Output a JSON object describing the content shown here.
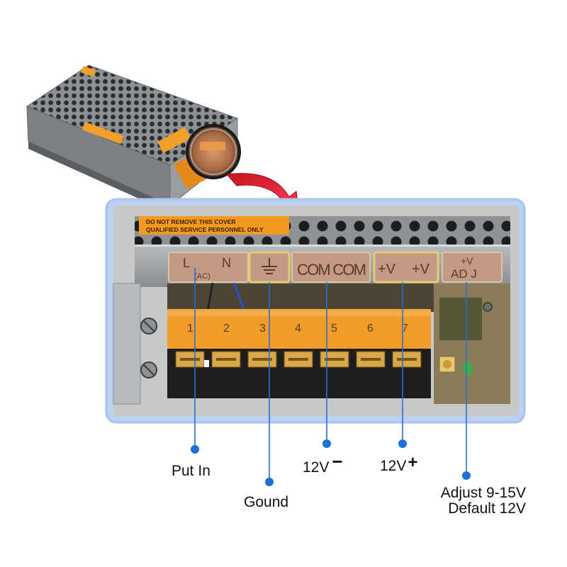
{
  "panel": {
    "warning_lines": [
      "DO NOT REMOVE THIS COVER",
      "QUALIFIED SERVICE PERSONNEL ONLY"
    ],
    "terminals": {
      "l": "L",
      "n": "N",
      "ac": "(AC)",
      "com_com": "COM COM",
      "v1": "+V",
      "v2": "+V",
      "adj_v": "+V",
      "adj": "AD J"
    },
    "numbers": [
      "1",
      "2",
      "3",
      "4",
      "5",
      "6",
      "7"
    ]
  },
  "callouts": {
    "put_in": "Put In",
    "ground": "Gound",
    "minus": "12V",
    "minus_sign": "−",
    "plus": "12V",
    "plus_sign": "+",
    "adjust": "Adjust 9-15V",
    "default": "Default 12V"
  },
  "colors": {
    "accent_blue": "#1e6fd8",
    "callout_line": "#2a6fd0",
    "arrow_red": "#d91f2a",
    "terminal_orange": "#f39a1f",
    "frame_blue": "#a9c2ee"
  }
}
